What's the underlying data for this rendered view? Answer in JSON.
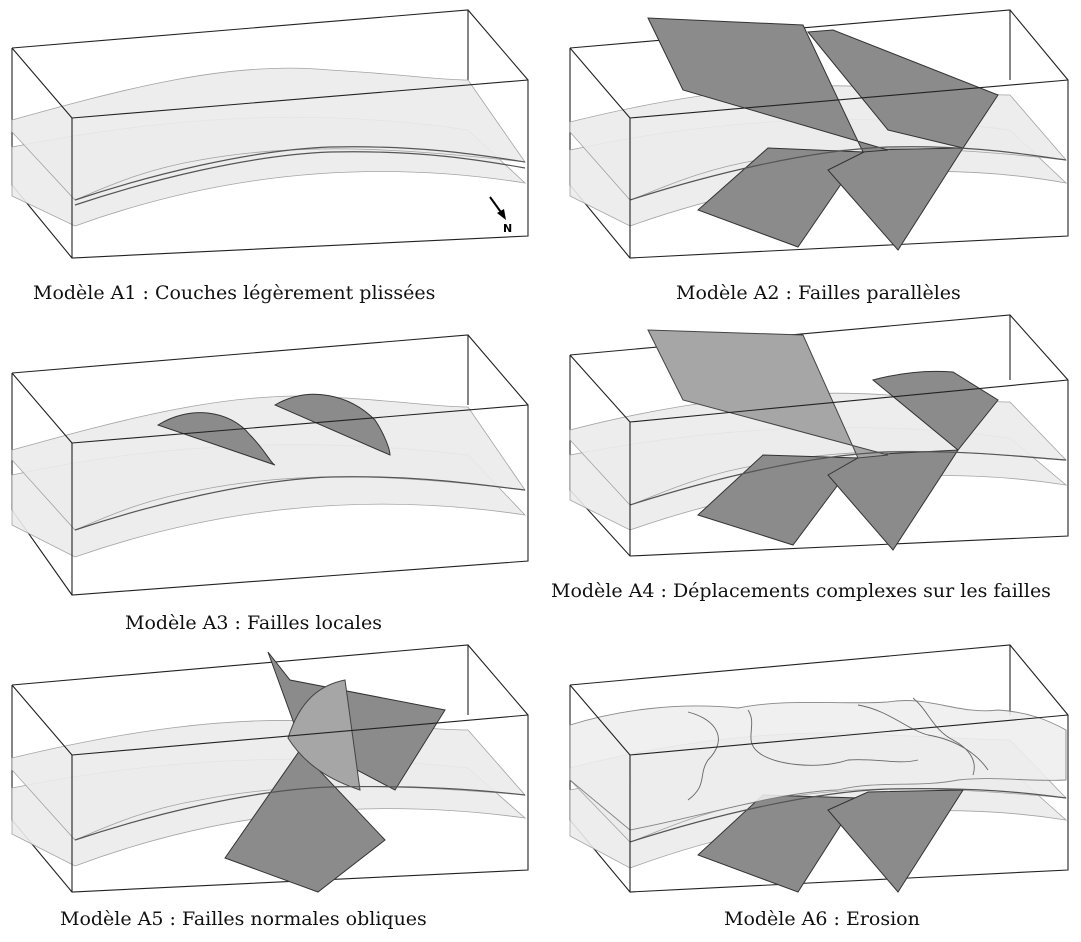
{
  "panels": [
    {
      "id": "A1",
      "caption": "Modèle A1 : Couches légèrement plissées"
    },
    {
      "id": "A2",
      "caption": "Modèle A2 : Failles parallèles"
    },
    {
      "id": "A3",
      "caption": "Modèle A3 : Failles locales"
    },
    {
      "id": "A4",
      "caption": "Modèle A4 : Déplacements complexes sur les failles"
    },
    {
      "id": "A5",
      "caption": "Modèle A5 : Failles normales obliques"
    },
    {
      "id": "A6",
      "caption": "Modèle A6 : Erosion"
    }
  ],
  "north_label": "N",
  "colors": {
    "fault": "#8b8b8b",
    "layer": "#ececec",
    "box": "#222222"
  }
}
